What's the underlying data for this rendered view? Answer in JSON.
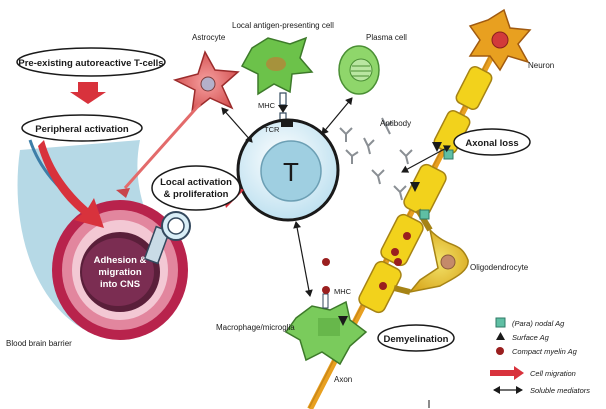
{
  "labels": {
    "preexisting": "Pre-existing autoreactive T-cells",
    "peripheral": "Peripheral activation",
    "local_activation_1": "Local activation",
    "local_activation_2": "& proliferation",
    "adhesion_1": "Adhesion &",
    "adhesion_2": "migration",
    "adhesion_3": "into CNS",
    "bbb": "Blood brain barrier",
    "astrocyte": "Astrocyte",
    "apc": "Local antigen-presenting cell",
    "plasma": "Plasma cell",
    "neuron": "Neuron",
    "mhc_top": "MHC",
    "tcr": "TCR",
    "t_cell": "T",
    "antibody": "Antibody",
    "axonal_loss": "Axonal loss",
    "oligodendrocyte": "Oligodendrocyte",
    "mhc_bottom": "MHC",
    "macrophage": "Macrophage/microglia",
    "demyelination": "Demyelination",
    "axon": "Axon"
  },
  "legend": {
    "nodal_ag": "(Para) nodal Ag",
    "surface_ag": "Surface Ag",
    "myelin_ag": "Compact myelin Ag",
    "cell_migration": "Cell migration",
    "soluble_mediators": "Soluble mediators"
  },
  "colors": {
    "astrocyte": "#e06a6a",
    "apc": "#6cc24a",
    "plasma": "#8fd66b",
    "tcell": "#d9eef7",
    "myelin": "#f2d21c",
    "neuron": "#e8a020",
    "arrow_red": "#d8323c",
    "vessel": "#d8486e",
    "nodal": "#5fbfa4",
    "myelin_ag_dot": "#9a1f1f"
  },
  "icons": {
    "migration_arrow": "red-arrow-icon",
    "soluble": "double-arrow-icon",
    "surface_ag": "triangle-icon",
    "nodal_ag": "square-icon",
    "myelin_ag": "dot-icon"
  }
}
